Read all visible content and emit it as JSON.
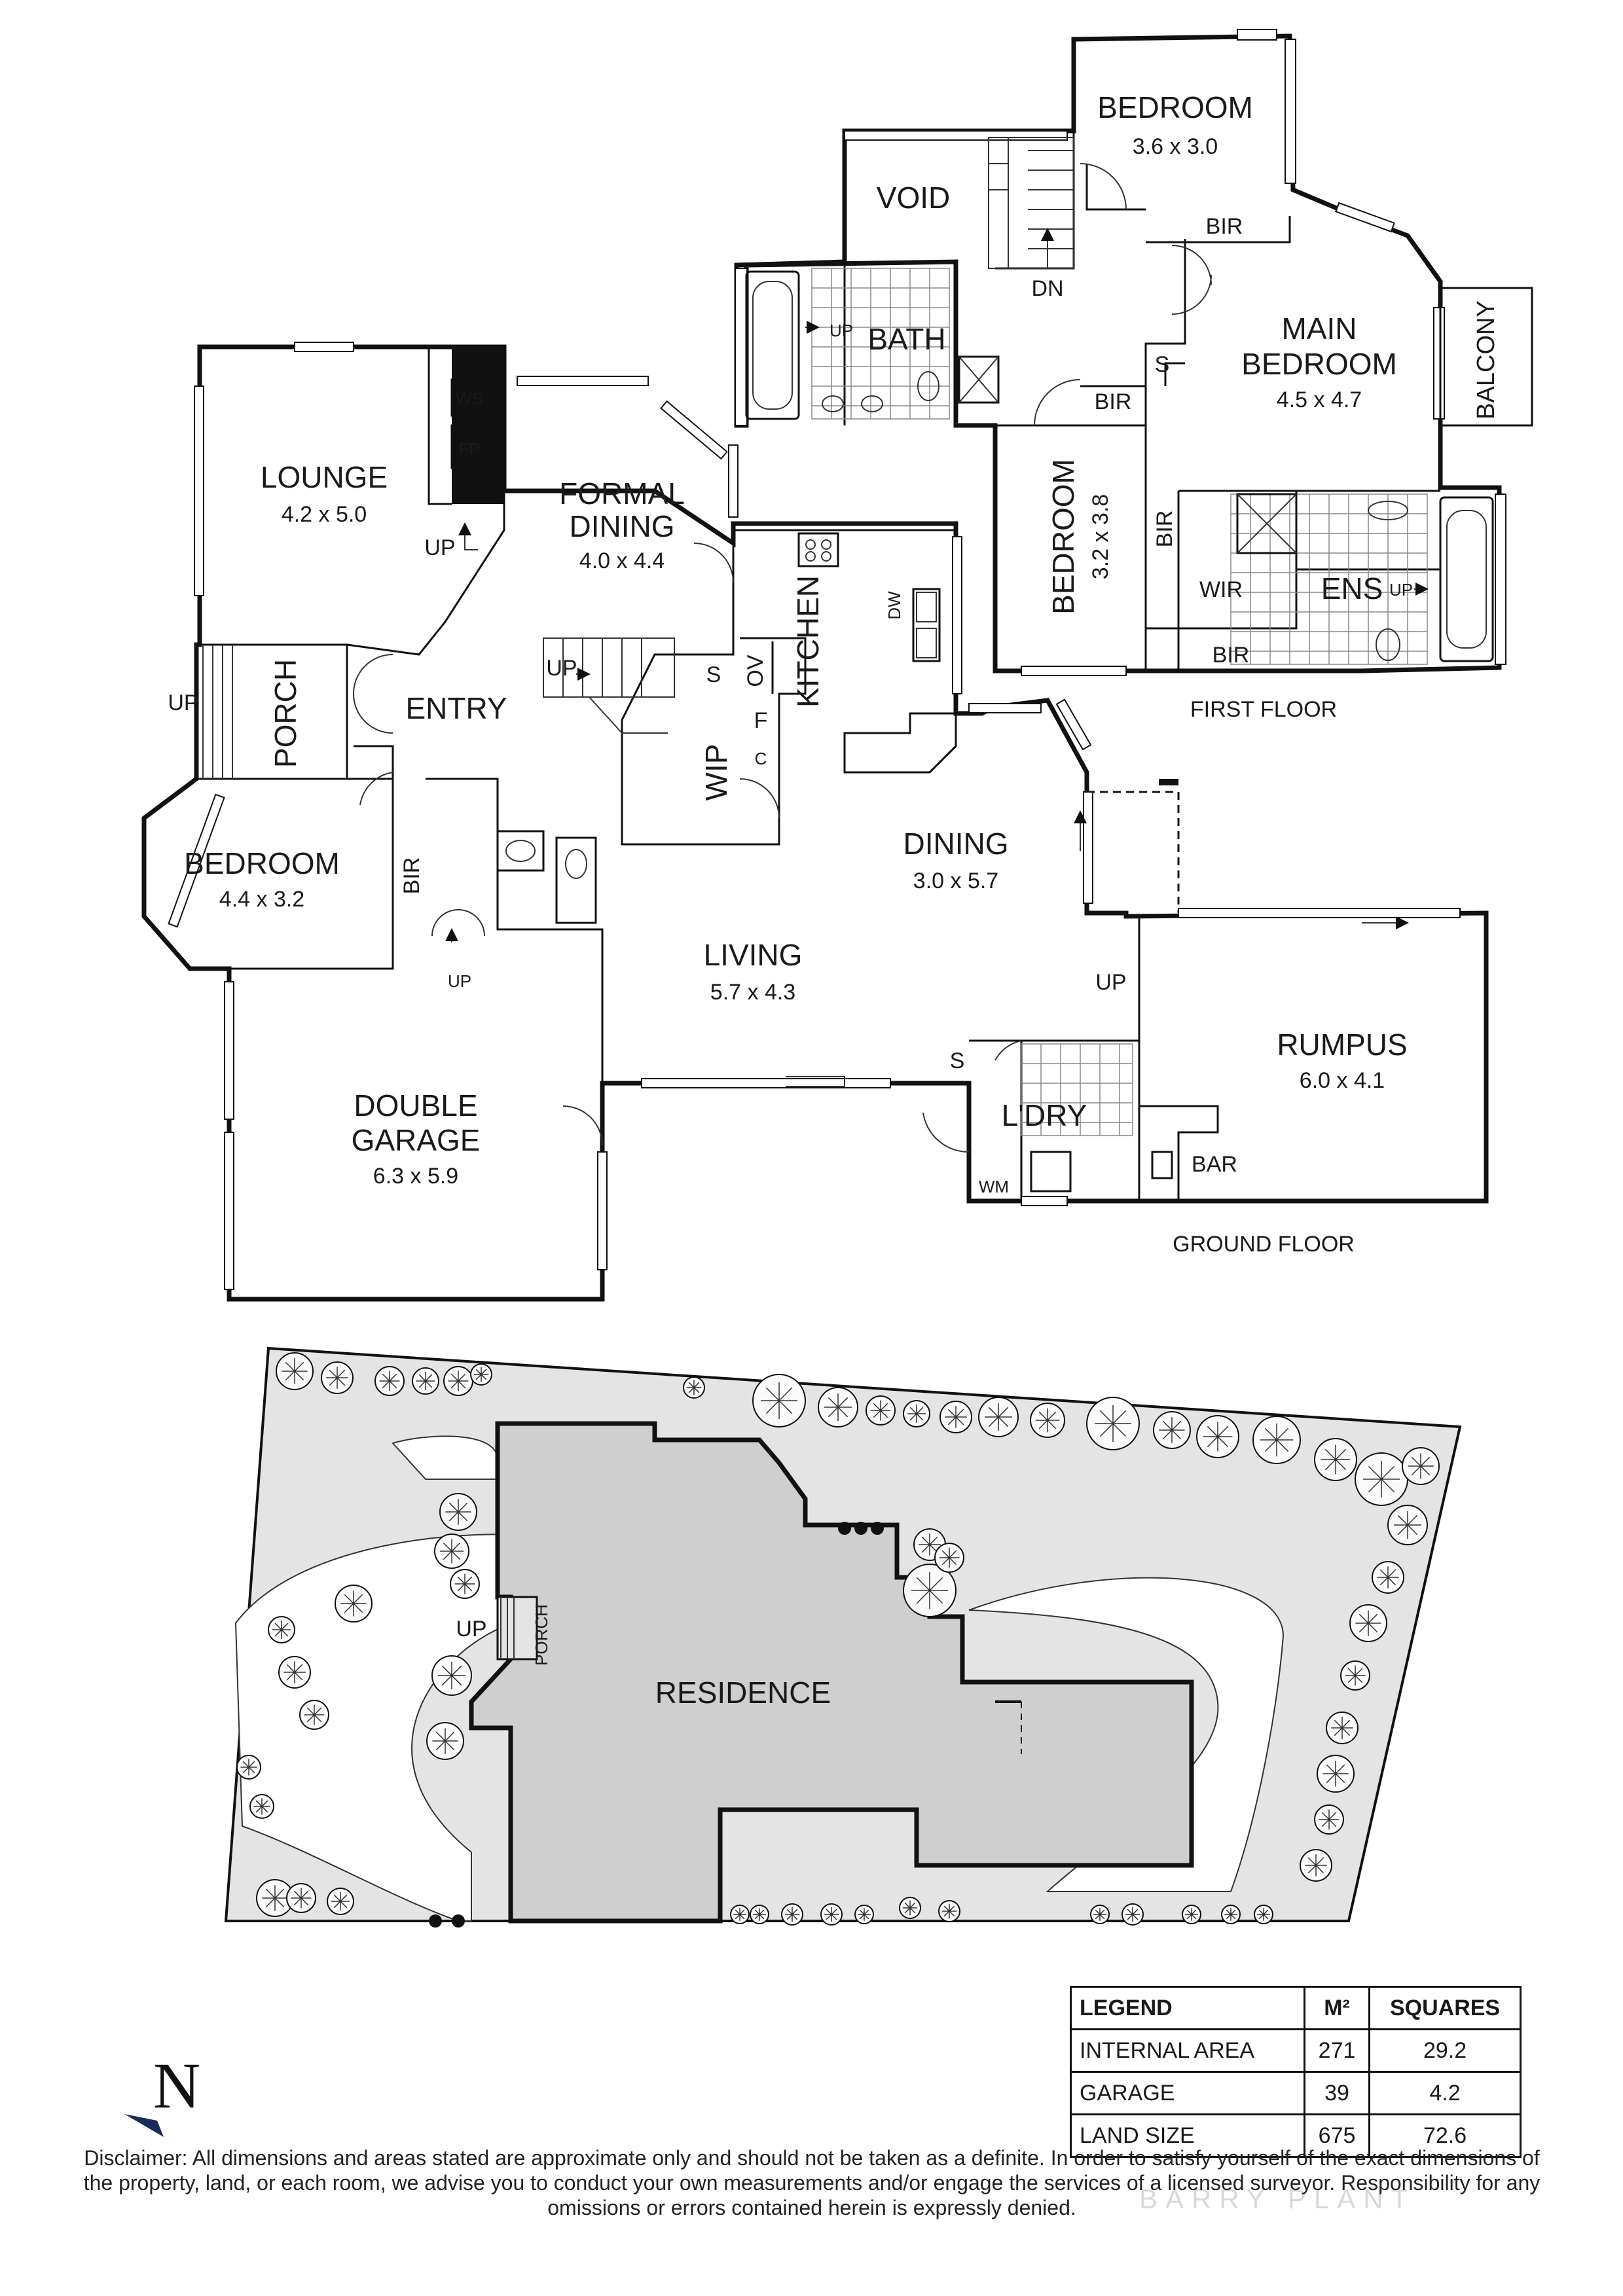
{
  "floors": {
    "first_floor": "FIRST FLOOR",
    "ground_floor": "GROUND FLOOR"
  },
  "rooms": {
    "bedroom_top": {
      "name": "BEDROOM",
      "size": "3.6 x 3.0"
    },
    "void": {
      "name": "VOID"
    },
    "bath": {
      "name": "BATH"
    },
    "main_bedroom": {
      "name1": "MAIN",
      "name2": "BEDROOM",
      "size": "4.5 x 4.7"
    },
    "balcony": {
      "name": "BALCONY"
    },
    "bedroom_mid": {
      "name": "BEDROOM",
      "size": "3.2 x 3.8"
    },
    "ens": {
      "name": "ENS"
    },
    "wir": {
      "name": "WIR"
    },
    "lounge": {
      "name": "LOUNGE",
      "size": "4.2 x 5.0"
    },
    "formal_dining": {
      "name1": "FORMAL",
      "name2": "DINING",
      "size": "4.0 x 4.4"
    },
    "kitchen": {
      "name": "KITCHEN"
    },
    "porch": {
      "name": "PORCH"
    },
    "entry": {
      "name": "ENTRY"
    },
    "wip": {
      "name": "WIP"
    },
    "bedroom_ground": {
      "name": "BEDROOM",
      "size": "4.4 x 3.2"
    },
    "dining": {
      "name": "DINING",
      "size": "3.0 x 5.7"
    },
    "living": {
      "name": "LIVING",
      "size": "5.7 x 4.3"
    },
    "rumpus": {
      "name": "RUMPUS",
      "size": "6.0 x 4.1"
    },
    "laundry": {
      "name": "L'DRY"
    },
    "garage": {
      "name1": "DOUBLE",
      "name2": "GARAGE",
      "size": "6.3 x 5.9"
    },
    "residence": {
      "name": "RESIDENCE"
    },
    "site_porch": {
      "name": "PORCH"
    }
  },
  "fixtures": {
    "bir": "BIR",
    "s": "S",
    "ws": "WS",
    "fp": "FP",
    "ov": "OV",
    "f": "F",
    "c": "C",
    "dw": "DW",
    "wm": "WM",
    "bar": "BAR",
    "up": "UP",
    "dn": "DN"
  },
  "legend": {
    "headers": [
      "LEGEND",
      "M²",
      "SQUARES"
    ],
    "rows": [
      {
        "label": "INTERNAL AREA",
        "m2": "271",
        "squares": "29.2"
      },
      {
        "label": "GARAGE",
        "m2": "39",
        "squares": "4.2"
      },
      {
        "label": "LAND SIZE",
        "m2": "675",
        "squares": "72.6"
      }
    ]
  },
  "north_label": "N",
  "disclaimer": "Disclaimer: All dimensions and areas stated are approximate only and should not be taken as a definite. In order to satisfy yourself of the exact dimensions of the property, land, or each room, we advise you to conduct your own measurements and/or engage the services of a licensed surveyor. Responsibility for any omissions or errors contained herein is expressly denied.",
  "watermark": "BARRY PLANT"
}
